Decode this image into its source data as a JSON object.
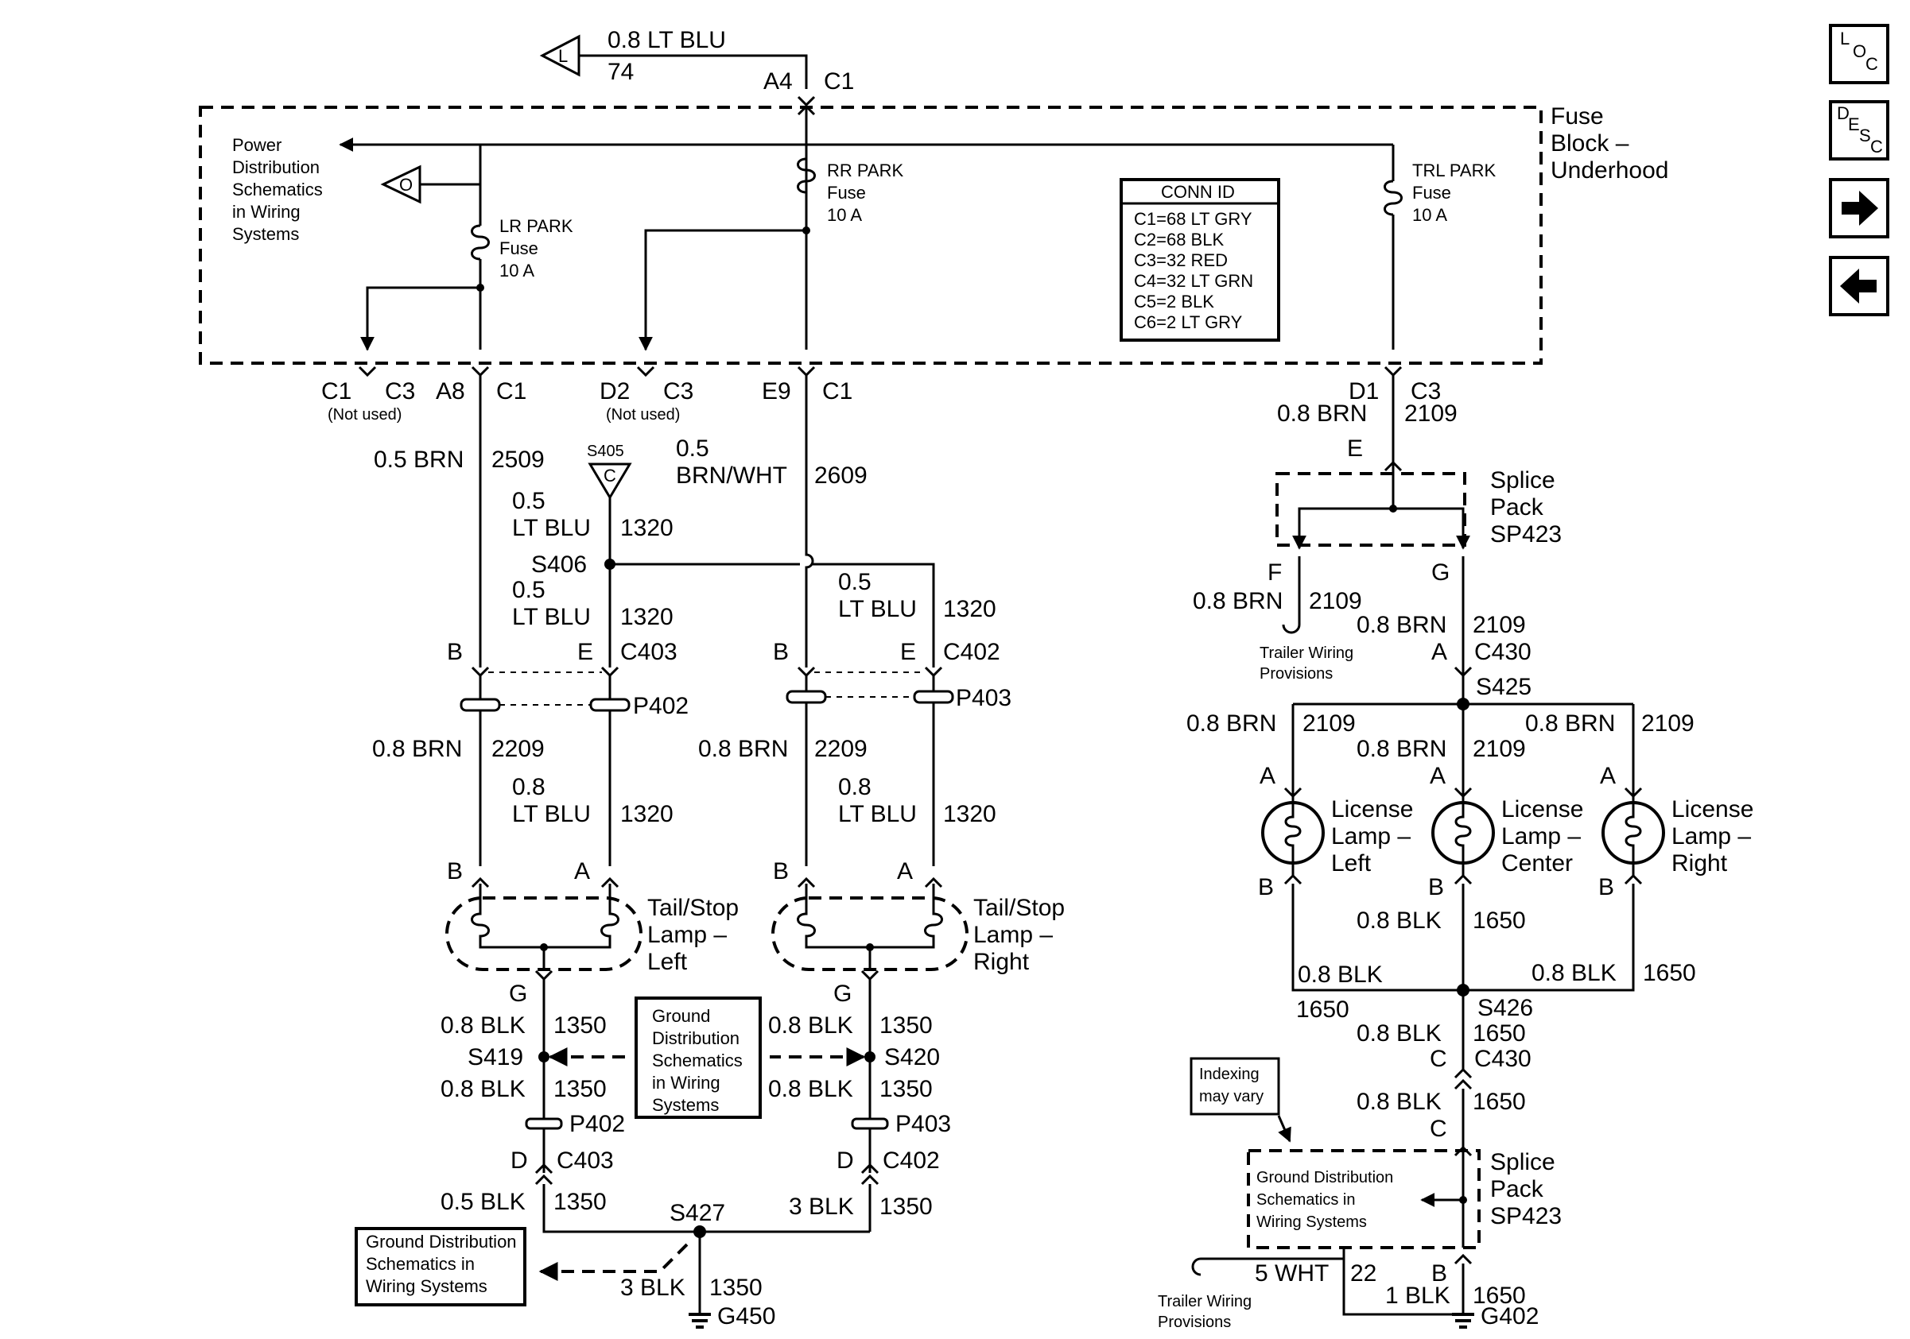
{
  "diagram": {
    "top_feed": {
      "wire": "0.8 LT BLU",
      "circuit": "74",
      "pin": "A4",
      "conn": "C1",
      "ref": "L"
    },
    "fuse_block": {
      "label": [
        "Fuse",
        "Block –",
        "Underhood"
      ]
    },
    "power_ref": {
      "text": [
        "Power",
        "Distribution",
        "Schematics",
        "in Wiring",
        "Systems"
      ],
      "ref": "O"
    },
    "fuses": {
      "lr": [
        "LR PARK",
        "Fuse",
        "10 A"
      ],
      "rr": [
        "RR PARK",
        "Fuse",
        "10 A"
      ],
      "trl": [
        "TRL PARK",
        "Fuse",
        "10 A"
      ]
    },
    "conn_id": {
      "title": "CONN ID",
      "lines": [
        "C1=68 LT GRY",
        "C2=68 BLK",
        "C3=32 RED",
        "C4=32 LT GRN",
        "C5=2 BLK",
        "C6=2 LT GRY"
      ]
    },
    "outputs": {
      "c1": "C1",
      "c3": "C3",
      "not_used": "(Not used)",
      "a8": "A8",
      "d2": "D2",
      "e9": "E9",
      "d1": "D1"
    },
    "left": {
      "w2509": "0.5 BRN",
      "c2509": "2509",
      "s405": "S405",
      "s405_ref": "C",
      "w1320a_1": "0.5",
      "w1320a_2": "LT BLU",
      "c1320": "1320",
      "w2609_1": "0.5",
      "w2609_2": "BRN/WHT",
      "c2609": "2609",
      "s406": "S406",
      "pin_b": "B",
      "pin_e": "E",
      "pin_a": "A",
      "pin_g": "G",
      "pin_d": "D",
      "c403": "C403",
      "c402": "C402",
      "p402": "P402",
      "p403": "P403",
      "w2209": "0.8 BRN",
      "c2209": "2209",
      "w08_1": "0.8",
      "w08_2": "LT BLU",
      "lamp_l": [
        "Tail/Stop",
        "Lamp –",
        "Left"
      ],
      "lamp_r": [
        "Tail/Stop",
        "Lamp –",
        "Right"
      ],
      "w08blk": "0.8 BLK",
      "c1350": "1350",
      "s419": "S419",
      "s420": "S420",
      "gnd_ref": [
        "Ground",
        "Distribution",
        "Schematics",
        "in Wiring",
        "Systems"
      ],
      "w05blk": "0.5 BLK",
      "w3blk": "3 BLK",
      "s427": "S427",
      "g450": "G450",
      "gnd_ref2": [
        "Ground Distribution",
        "Schematics in",
        "Wiring Systems"
      ]
    },
    "right": {
      "w2109": "0.8 BRN",
      "c2109": "2109",
      "pin_e": "E",
      "splice_label": [
        "Splice",
        "Pack",
        "SP423"
      ],
      "pin_f": "F",
      "pin_g": "G",
      "pin_a": "A",
      "pin_b": "B",
      "pin_c": "C",
      "trailer": [
        "Trailer Wiring",
        "Provisions"
      ],
      "c430": "C430",
      "s425": "S425",
      "lamp_l": [
        "License",
        "Lamp –",
        "Left"
      ],
      "lamp_c": [
        "License",
        "Lamp –",
        "Center"
      ],
      "lamp_r": [
        "License",
        "Lamp –",
        "Right"
      ],
      "w1650": "0.8 BLK",
      "c1650": "1650",
      "s426": "S426",
      "indexing": [
        "Indexing",
        "may vary"
      ],
      "gnd_ref": [
        "Ground Distribution",
        "Schematics in",
        "Wiring Systems"
      ],
      "w5wht": "5 WHT",
      "c22": "22",
      "w1blk": "1 BLK",
      "g402": "G402"
    },
    "nav": {
      "loc_l": "L",
      "loc_o": "O",
      "loc_c": "C",
      "desc_d": "D",
      "desc_e": "E",
      "desc_s": "S",
      "desc_c": "C"
    }
  }
}
